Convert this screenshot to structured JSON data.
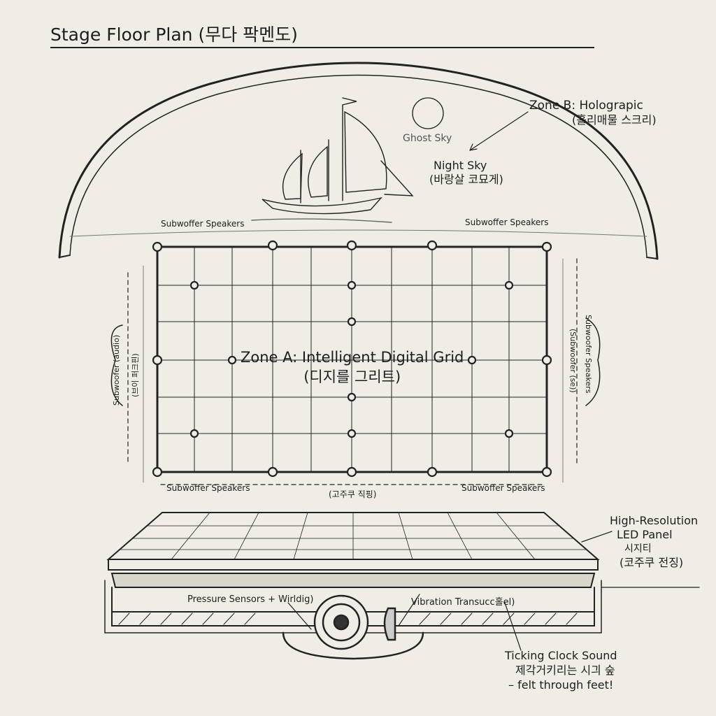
{
  "title": "Stage Floor Plan (무다 팍멘도)",
  "zone_b": {
    "label": "Zone B: Holograpic",
    "label_ko": "(홀리매물 스크리)"
  },
  "ghost_sky": "Ghost Sky",
  "night_sky": {
    "label": "Night Sky",
    "label_ko": "(바랑살 코묘게)"
  },
  "zone_a": {
    "label": "Zone A: Intelligent Digital Grid",
    "label_ko": "(디지를 그리트)"
  },
  "subwoofer_labels": {
    "top_left": "Subwoffer Speakers",
    "top_right": "Subwoffer Speakers",
    "bottom_left": "Subwoffer Speakers",
    "bottom_right": "Subwoffer Speakers",
    "left_side": "Subwoofer (audio)",
    "left_side_ko": "(브이 퍼크핀)",
    "right_side": "Subwoofer Speakers",
    "right_side_inner": "(Subwoofer (se))"
  },
  "bottom_dim": "(고주쿠 직핑)",
  "led_panel": {
    "line1": "High-Resolution",
    "line2": "LED Panel",
    "line3": "시지티",
    "line4": "(코주쿠 전징)"
  },
  "pressure_sensors": "Pressure Sensors + Wirldig)",
  "vibration": "Vibration Transucc홀el)",
  "ticking": {
    "line1": "Ticking Clock Sound",
    "line2": "제각거키리는 시긔 숲",
    "line3": "– felt through feet!"
  },
  "colors": {
    "paper": "#efede6",
    "ink": "#1d1d1b"
  }
}
